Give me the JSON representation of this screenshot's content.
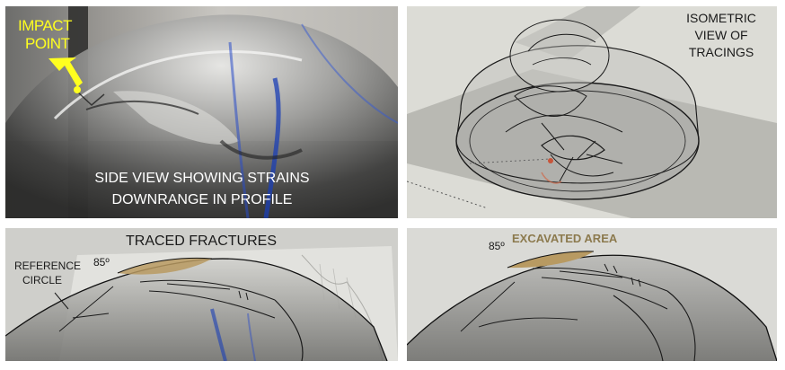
{
  "panel_side": {
    "impact_label_line1": "IMPACT",
    "impact_label_line2": "POINT",
    "title_line1": "SIDE VIEW SHOWING STRAINS",
    "title_line2": "DOWNRANGE IN PROFILE"
  },
  "panel_iso": {
    "title_line1": "ISOMETRIC",
    "title_line2": "VIEW OF",
    "title_line3": "TRACINGS"
  },
  "panel_traced": {
    "title": "TRACED FRACTURES",
    "reference_line1": "REFERENCE",
    "reference_line2": "CIRCLE",
    "angle": "85º"
  },
  "panel_excavated": {
    "title": "EXCAVATED AREA",
    "angle": "85º"
  },
  "colors": {
    "impact_label": "#ffff1f",
    "excavated_label": "#8c7a4e",
    "excavated_fill": "#b89a62"
  }
}
